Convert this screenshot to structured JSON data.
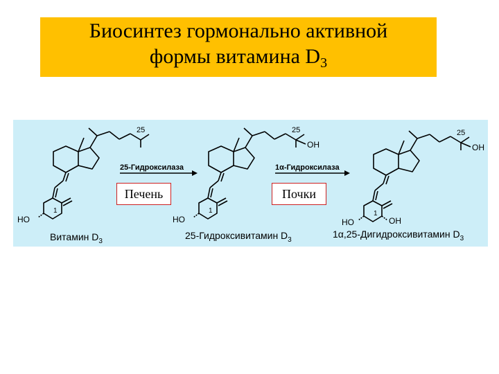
{
  "title": {
    "line1": "Биосинтез гормонально активной",
    "line2": "формы витамина D",
    "line2_sub": "3"
  },
  "steps": [
    {
      "enzyme": "25-Гидроксилаза",
      "organ": "Печень"
    },
    {
      "enzyme": "1α-Гидроксилаза",
      "organ": "Почки"
    }
  ],
  "compounds": [
    {
      "name": "Витамин D",
      "sub": "3"
    },
    {
      "name": "25-Гидроксивитамин D",
      "sub": "3"
    },
    {
      "name": "1α,25-Дигидроксивитамин D",
      "sub": "3"
    }
  ],
  "atom_labels": {
    "ho": "HO",
    "oh": "OH",
    "c25": "25",
    "c1": "1"
  },
  "colors": {
    "title_bg": "#ffc000",
    "scheme_bg": "#cdeef8",
    "organ_border": "#cc1f1f"
  }
}
